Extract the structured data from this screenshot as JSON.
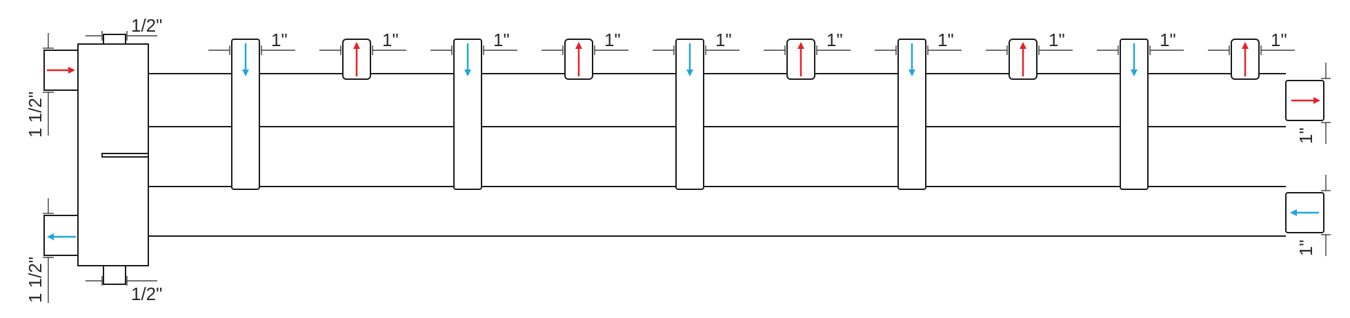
{
  "colors": {
    "supply": "#e8202a",
    "return": "#20a6dc",
    "line": "#1a1a1a"
  },
  "header": {
    "top_nipple_size": "1/2\"",
    "bottom_nipple_size": "1/2\"",
    "supply_inlet_size": "1 1/2\"",
    "return_outlet_size": "1 1/2\""
  },
  "branches": [
    {
      "size": "1\"",
      "flow": "return"
    },
    {
      "size": "1\"",
      "flow": "supply"
    },
    {
      "size": "1\"",
      "flow": "return"
    },
    {
      "size": "1\"",
      "flow": "supply"
    },
    {
      "size": "1\"",
      "flow": "return"
    },
    {
      "size": "1\"",
      "flow": "supply"
    },
    {
      "size": "1\"",
      "flow": "return"
    },
    {
      "size": "1\"",
      "flow": "supply"
    },
    {
      "size": "1\"",
      "flow": "return"
    },
    {
      "size": "1\"",
      "flow": "supply"
    }
  ],
  "end_ports": [
    {
      "size": "1\"",
      "flow": "supply"
    },
    {
      "size": "1\"",
      "flow": "return"
    }
  ]
}
